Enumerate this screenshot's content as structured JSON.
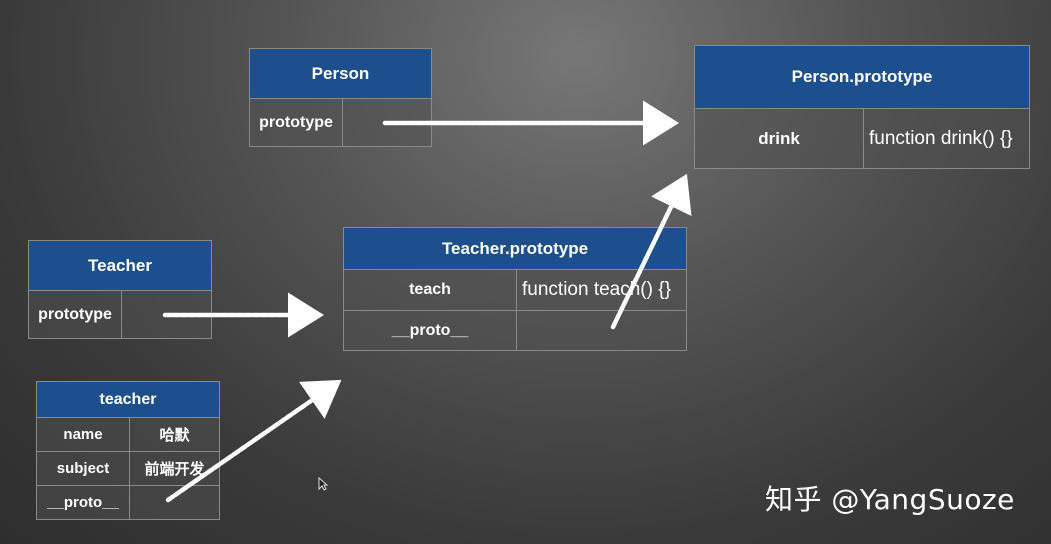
{
  "person": {
    "title": "Person",
    "rows": [
      {
        "key": "prototype",
        "value": ""
      }
    ]
  },
  "person_prototype": {
    "title": "Person.prototype",
    "rows": [
      {
        "key": "drink",
        "value": "function drink() {}"
      }
    ]
  },
  "teacher_ctor": {
    "title": "Teacher",
    "rows": [
      {
        "key": "prototype",
        "value": ""
      }
    ]
  },
  "teacher_prototype": {
    "title": "Teacher.prototype",
    "rows": [
      {
        "key": "teach",
        "value": "function teach() {}"
      },
      {
        "key": "__proto__",
        "value": ""
      }
    ]
  },
  "teacher_instance": {
    "title": "teacher",
    "rows": [
      {
        "key": "name",
        "value": "哈默"
      },
      {
        "key": "subject",
        "value": "前端开发"
      },
      {
        "key": "__proto__",
        "value": ""
      }
    ]
  },
  "watermark": "知乎 @YangSuoze",
  "colors": {
    "header": "#1d4f8f",
    "border": "#8a8a8a",
    "arrow": "#ffffff"
  }
}
